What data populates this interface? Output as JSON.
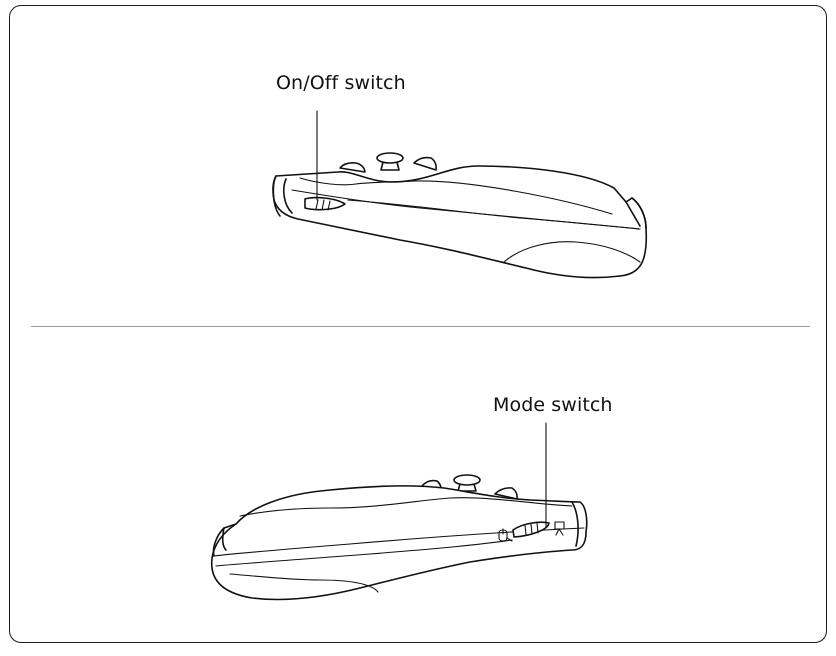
{
  "figure": {
    "callouts": [
      {
        "id": "on-off",
        "label": "On/Off switch"
      },
      {
        "id": "mode",
        "label": "Mode switch"
      }
    ],
    "icons": {
      "mouse_mode": "mouse-icon",
      "presentation_mode": "presentation-icon"
    }
  }
}
